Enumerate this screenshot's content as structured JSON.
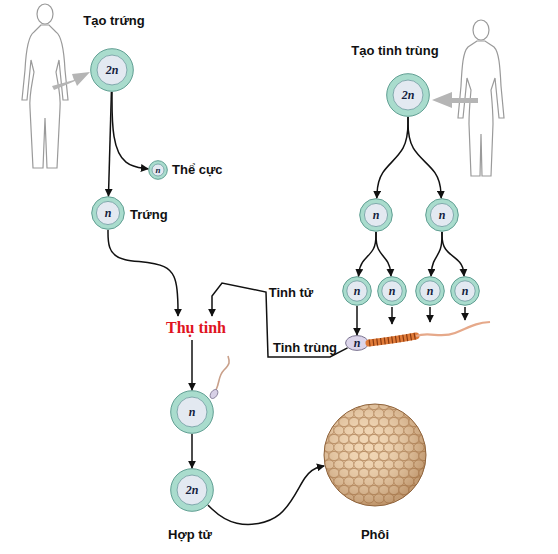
{
  "diagram": {
    "nodes": [
      {
        "text": [
          "Tạo trứng",
          "2n"
        ]
      },
      {
        "text": [
          "n",
          "Thể cực"
        ]
      },
      {
        "text": [
          "n",
          "Trứng"
        ]
      },
      {
        "text": [
          "Tạo tinh trùng",
          "2n"
        ]
      },
      {
        "text": [
          "n"
        ]
      },
      {
        "text": [
          "n"
        ]
      },
      {
        "text": [
          "n"
        ]
      },
      {
        "text": [
          "n"
        ]
      },
      {
        "text": [
          "n"
        ]
      },
      {
        "text": [
          "n"
        ]
      },
      {
        "text": [
          "n"
        ]
      },
      {
        "text": [
          "Thụ tinh"
        ]
      },
      {
        "text": [
          "n"
        ]
      },
      {
        "text": [
          "2n",
          "Hợp tử"
        ]
      },
      {
        "text": [
          "Phôi"
        ]
      }
    ],
    "edges": [
      {
        "from": 0,
        "to": 1,
        "arrow": "to"
      },
      {
        "from": 0,
        "to": 2,
        "arrow": "to"
      },
      {
        "from": 3,
        "to": 4,
        "arrow": "to"
      },
      {
        "from": 3,
        "to": 5,
        "arrow": "to"
      },
      {
        "from": 4,
        "to": 6,
        "arrow": "to"
      },
      {
        "from": 4,
        "to": 7,
        "arrow": "to"
      },
      {
        "from": 5,
        "to": 8,
        "arrow": "to"
      },
      {
        "from": 5,
        "to": 9,
        "arrow": "to"
      },
      {
        "from": 6,
        "to": 10,
        "arrow": "to"
      },
      {
        "from": 2,
        "to": 11,
        "arrow": "to"
      },
      {
        "from": 10,
        "to": 11,
        "arrow": "to"
      },
      {
        "from": 11,
        "to": 12,
        "arrow": "to"
      },
      {
        "from": 12,
        "to": 13,
        "arrow": "to"
      },
      {
        "from": 13,
        "to": 14,
        "arrow": "to"
      }
    ],
    "labels": [
      "Tinh tử",
      "Tinh trùng"
    ]
  }
}
